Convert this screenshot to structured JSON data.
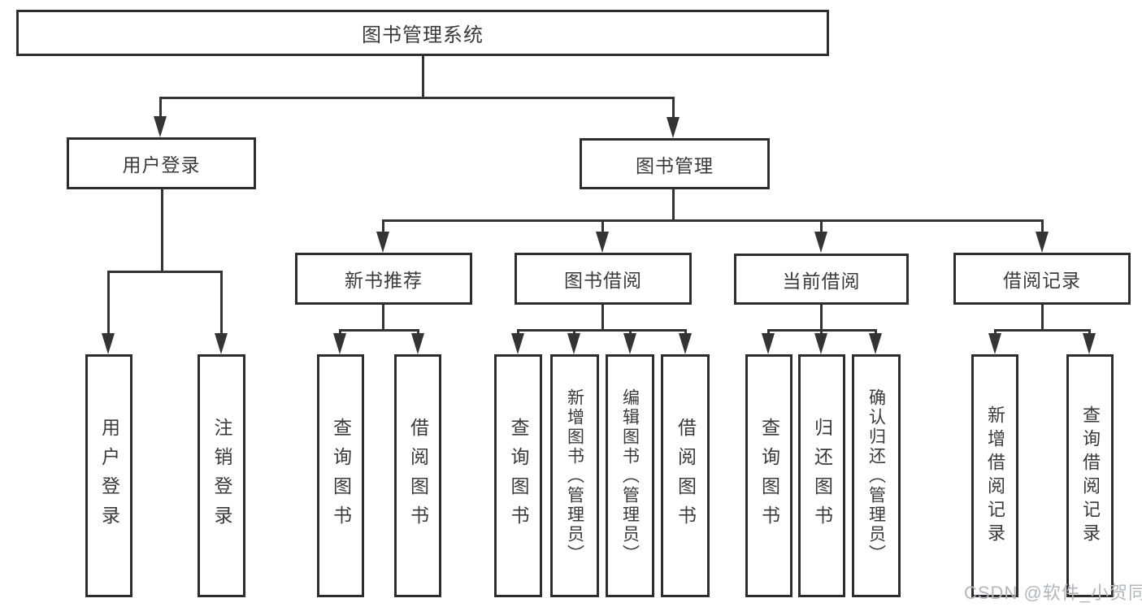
{
  "diagram_type": "hierarchy-tree",
  "tree": {
    "root": {
      "label": "图书管理系统"
    },
    "children": [
      {
        "label": "用户登录",
        "children": [
          {
            "label": "用户登录"
          },
          {
            "label": "注销登录"
          }
        ]
      },
      {
        "label": "图书管理",
        "children": [
          {
            "label": "新书推荐",
            "children": [
              {
                "label": "查询图书"
              },
              {
                "label": "借阅图书"
              }
            ]
          },
          {
            "label": "图书借阅",
            "children": [
              {
                "label": "查询图书"
              },
              {
                "label": "新增图书（管理员）"
              },
              {
                "label": "编辑图书（管理员）"
              },
              {
                "label": "借阅图书"
              }
            ]
          },
          {
            "label": "当前借阅",
            "children": [
              {
                "label": "查询图书"
              },
              {
                "label": "归还图书"
              },
              {
                "label": "确认归还（管理员）"
              }
            ]
          },
          {
            "label": "借阅记录",
            "children": [
              {
                "label": "新增借阅记录"
              },
              {
                "label": "查询借阅记录"
              }
            ]
          }
        ]
      }
    ]
  },
  "watermark": "CSDN @软件_小贺同学",
  "colors": {
    "line": "#343434",
    "border": "#2e2e2e",
    "text": "#3a3a3a",
    "background": "#ffffff",
    "watermark": "#b2b7bc"
  }
}
